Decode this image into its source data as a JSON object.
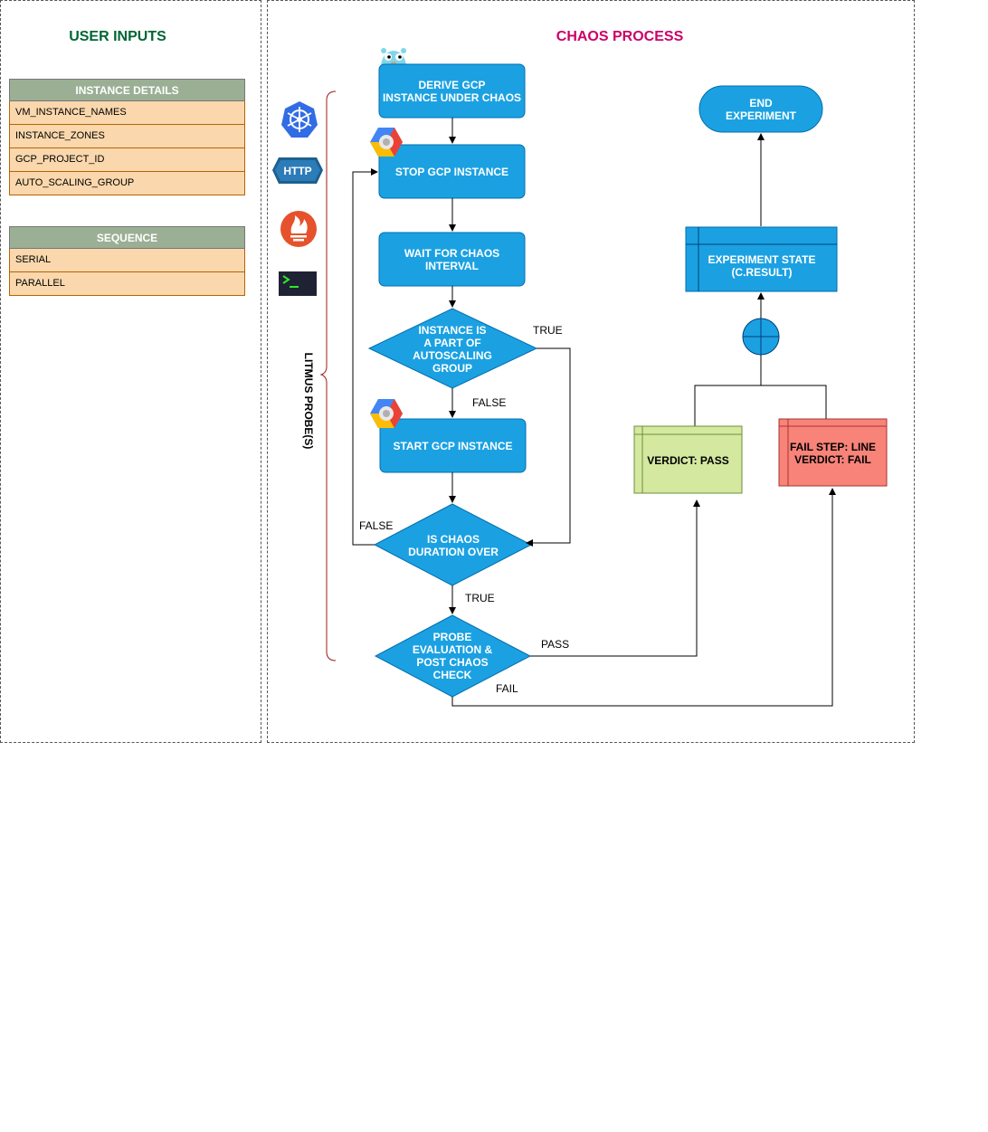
{
  "titles": {
    "user_inputs": "USER INPUTS",
    "chaos_process": "CHAOS PROCESS"
  },
  "instance_details": {
    "header": "INSTANCE DETAILS",
    "rows": [
      "VM_INSTANCE_NAMES",
      "INSTANCE_ZONES",
      "GCP_PROJECT_ID",
      "AUTO_SCALING_GROUP"
    ]
  },
  "sequence": {
    "header": "SEQUENCE",
    "rows": [
      "SERIAL",
      "PARALLEL"
    ]
  },
  "probes": {
    "label": "LITMUS PROBE(S)",
    "http_label": "HTTP",
    "icons": [
      "kubernetes-icon",
      "http-icon",
      "prometheus-icon",
      "terminal-icon"
    ]
  },
  "nodes": {
    "derive": "DERIVE GCP\nINSTANCE UNDER CHAOS",
    "stop": "STOP GCP INSTANCE",
    "wait": "WAIT FOR CHAOS\nINTERVAL",
    "autoscaling": "INSTANCE IS\nA PART OF\nAUTOSCALING\nGROUP",
    "start": "START GCP INSTANCE",
    "duration": "IS CHAOS\nDURATION OVER",
    "probe_eval": "PROBE\nEVALUATION &\nPOST CHAOS\nCHECK",
    "end": "END\nEXPERIMENT",
    "state": "EXPERIMENT STATE\n(C.RESULT)",
    "pass": "VERDICT: PASS",
    "fail": "FAIL STEP: LINE\nVERDICT: FAIL"
  },
  "edge_labels": {
    "autoscaling_true": "TRUE",
    "autoscaling_false": "FALSE",
    "duration_false": "FALSE",
    "duration_true": "TRUE",
    "probe_pass": "PASS",
    "probe_fail": "FAIL"
  },
  "colors": {
    "node_blue": "#1ba1e2",
    "title_green": "#006633",
    "title_pink": "#cc0066",
    "pass_fill": "#d4e8a0",
    "fail_fill": "#f88379",
    "table_header": "#9aaf94",
    "table_row": "#fad7ac"
  }
}
